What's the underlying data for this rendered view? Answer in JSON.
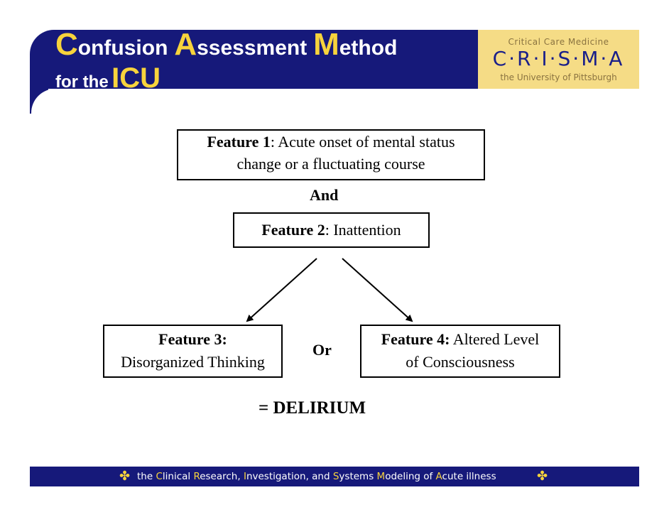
{
  "header": {
    "title_line1": [
      {
        "cap": "C",
        "rest": "onfusion"
      },
      {
        "cap": "A",
        "rest": "ssessment"
      },
      {
        "cap": "M",
        "rest": "ethod"
      }
    ],
    "title_line2_prefix": "for the",
    "title_line2_highlight": "ICU",
    "colors": {
      "band": "#16197a",
      "accent": "#f7d33c",
      "logo_bg": "#f5dc86"
    }
  },
  "logo": {
    "top": "Critical Care Medicine",
    "name": "C·R·I·S·M·A",
    "bottom": "the University of Pittsburgh"
  },
  "diagram": {
    "feature1": {
      "label": "Feature 1",
      "text_line1": ": Acute onset of mental status",
      "text_line2": "change or a fluctuating course"
    },
    "connector_and": "And",
    "feature2": {
      "label": "Feature 2",
      "text": ": Inattention"
    },
    "feature3": {
      "label": "Feature 3:",
      "text": "Disorganized Thinking"
    },
    "connector_or": "Or",
    "feature4": {
      "label": "Feature 4:",
      "text_line1": " Altered Level",
      "text_line2": "of Consciousness"
    },
    "result": "= DELIRIUM"
  },
  "footer": {
    "parts": [
      {
        "t": "the ",
        "h": false
      },
      {
        "t": "C",
        "h": true
      },
      {
        "t": "linical ",
        "h": false
      },
      {
        "t": "R",
        "h": true
      },
      {
        "t": "esearch, ",
        "h": false
      },
      {
        "t": "I",
        "h": true
      },
      {
        "t": "nvestigation, and ",
        "h": false
      },
      {
        "t": "S",
        "h": true
      },
      {
        "t": "ystems ",
        "h": false
      },
      {
        "t": "M",
        "h": true
      },
      {
        "t": "odeling of ",
        "h": false
      },
      {
        "t": "A",
        "h": true
      },
      {
        "t": "cute illness",
        "h": false
      }
    ],
    "star_glyph": "✤"
  }
}
